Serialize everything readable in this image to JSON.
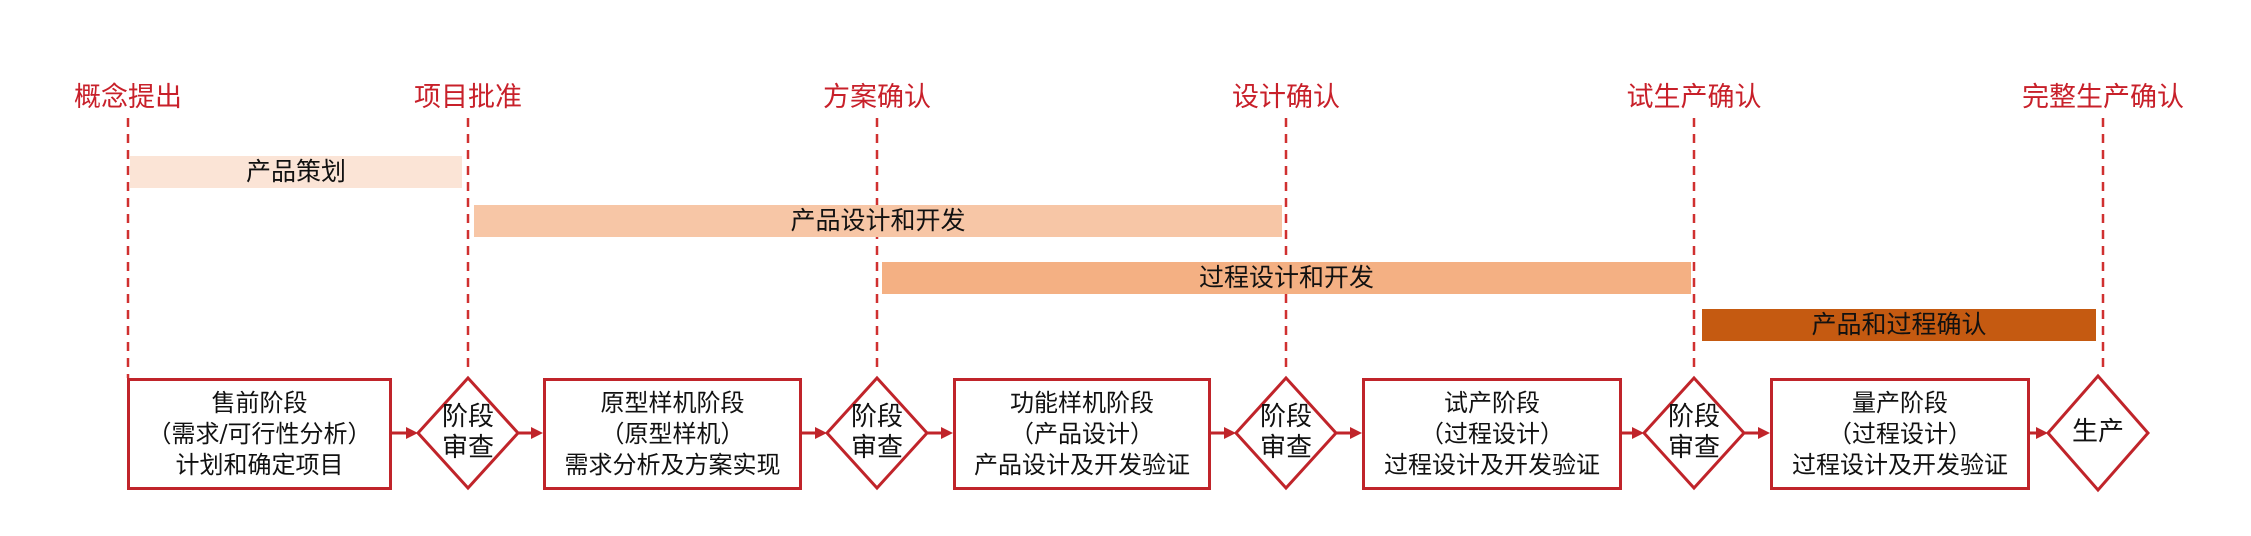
{
  "milestones": [
    "概念提出",
    "项目批准",
    "方案确认",
    "设计确认",
    "试生产确认",
    "完整生产确认"
  ],
  "bars": [
    "产品策划",
    "产品设计和开发",
    "过程设计和开发",
    "产品和过程确认"
  ],
  "stages": [
    {
      "title": "售前阶段",
      "sub": "（需求/可行性分析）",
      "desc": "计划和确定项目"
    },
    {
      "title": "原型样机阶段",
      "sub": "（原型样机）",
      "desc": "需求分析及方案实现"
    },
    {
      "title": "功能样机阶段",
      "sub": "（产品设计）",
      "desc": "产品设计及开发验证"
    },
    {
      "title": "试产阶段",
      "sub": "（过程设计）",
      "desc": "过程设计及开发验证"
    },
    {
      "title": "量产阶段",
      "sub": "（过程设计）",
      "desc": "过程设计及开发验证"
    }
  ],
  "gates": [
    {
      "line1": "阶段",
      "line2": "审查"
    },
    {
      "line1": "阶段",
      "line2": "审查"
    },
    {
      "line1": "阶段",
      "line2": "审查"
    },
    {
      "line1": "阶段",
      "line2": "审查"
    }
  ],
  "final": {
    "label": "生产"
  },
  "colors": {
    "accent_red": "#c8202a",
    "bar_1": "#fbe4d6",
    "bar_2": "#f7c6a6",
    "bar_3": "#f4b083",
    "bar_4": "#c55a11"
  }
}
